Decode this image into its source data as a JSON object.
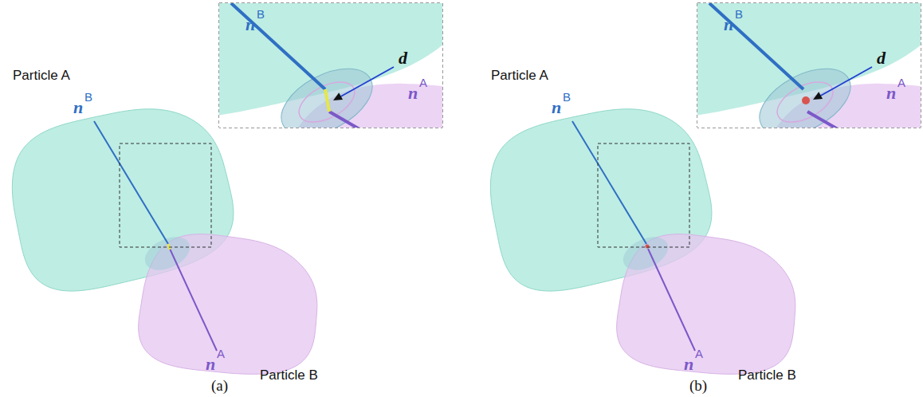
{
  "diagram": {
    "labels": [
      "Particle A",
      "n",
      "B",
      "n",
      "A",
      "Particle B",
      "n",
      "B",
      "n",
      "A",
      "d",
      "(a)",
      "Particle A",
      "n",
      "B",
      "n",
      "A",
      "Particle B",
      "n",
      "B",
      "n",
      "A",
      "d",
      "(b)"
    ]
  }
}
